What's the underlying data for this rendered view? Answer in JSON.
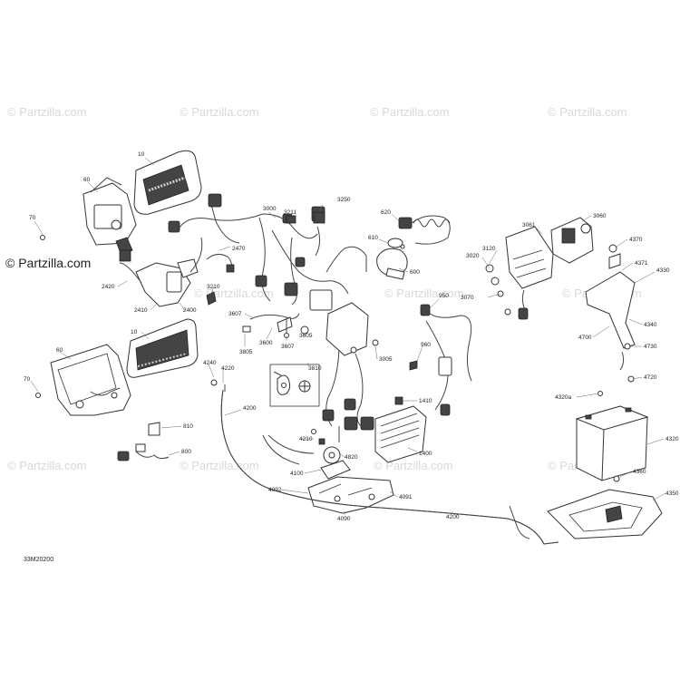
{
  "brand": "© Partzilla.com",
  "watermark": "© Partzilla.com",
  "diagram_code": "33M20200",
  "labels": {
    "p10a": "10",
    "p60a": "60",
    "p70a": "70",
    "p3000": "3000",
    "p3211": "3211",
    "p3250": "3250",
    "p620": "620",
    "p610": "610",
    "p600": "600",
    "p2470": "2470",
    "p2420": "2420",
    "p2410": "2410",
    "p2400": "2400",
    "p3210": "3210",
    "p3607a": "3607",
    "p3600": "3600",
    "p3607b": "3607",
    "p3605": "3605",
    "p3805": "3805",
    "p950": "950",
    "p960": "960",
    "p3005": "3005",
    "p3810": "3810",
    "p1410": "1410",
    "p1400": "1400",
    "p3061": "3061",
    "p3060": "3060",
    "p3120": "3120",
    "p3020": "3020",
    "p3070": "3070",
    "p4370": "4370",
    "p4371": "4371",
    "p4330": "4330",
    "p4340": "4340",
    "p4700": "4700",
    "p4730": "4730",
    "p4720": "4720",
    "p4320a": "4320a",
    "p4320": "4320",
    "p4360": "4360",
    "p4350": "4350",
    "p10b": "10",
    "p60b": "60",
    "p70b": "70",
    "p4240": "4240",
    "p4220": "4220",
    "p4200a": "4200",
    "p810": "810",
    "p800": "800",
    "p4210": "4210",
    "p4820": "4820",
    "p4100": "4100",
    "p4092": "4092",
    "p4091": "4091",
    "p4090": "4090",
    "p4200b": "4200"
  }
}
